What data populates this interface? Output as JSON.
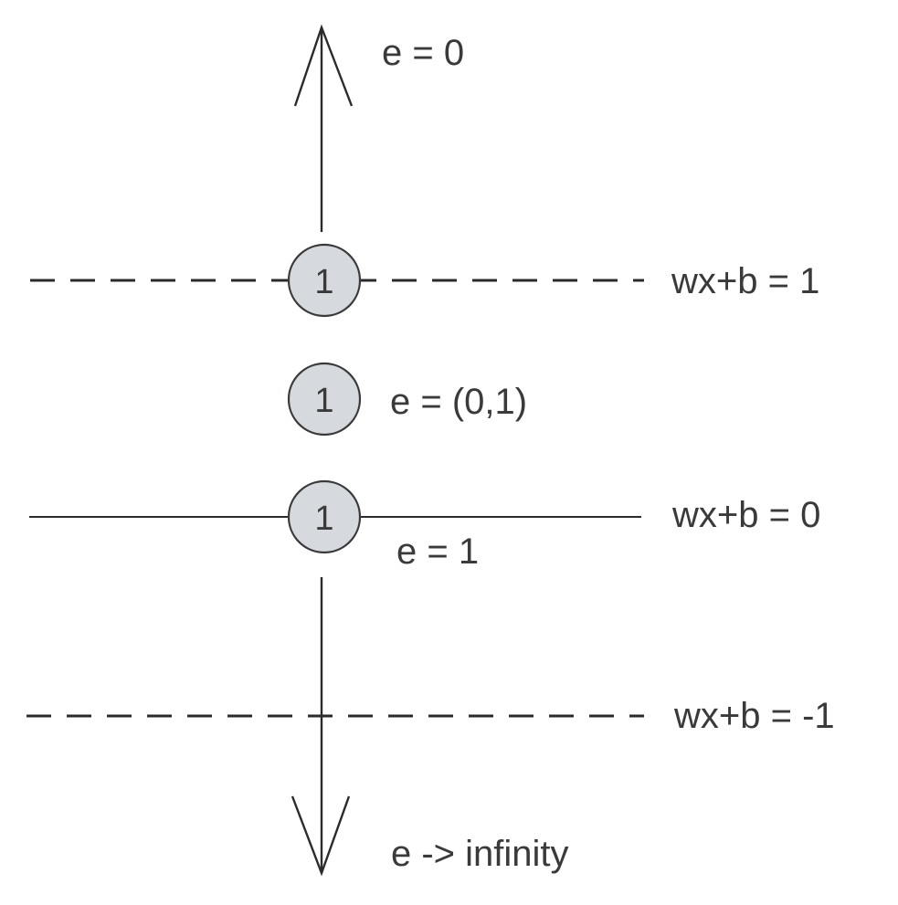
{
  "labels": {
    "top_arrow": "e = 0",
    "margin_upper": "wx+b = 1",
    "inside_margin": "e = (0,1)",
    "boundary": "wx+b = 0",
    "on_boundary": "e = 1",
    "margin_lower": "wx+b = -1",
    "bottom_arrow": "e -> infinity"
  },
  "points": [
    {
      "value": "1"
    },
    {
      "value": "1"
    },
    {
      "value": "1"
    }
  ],
  "colors": {
    "point_fill": "#d6dade",
    "stroke": "#2b2b2b",
    "text": "#3a3a3a"
  }
}
